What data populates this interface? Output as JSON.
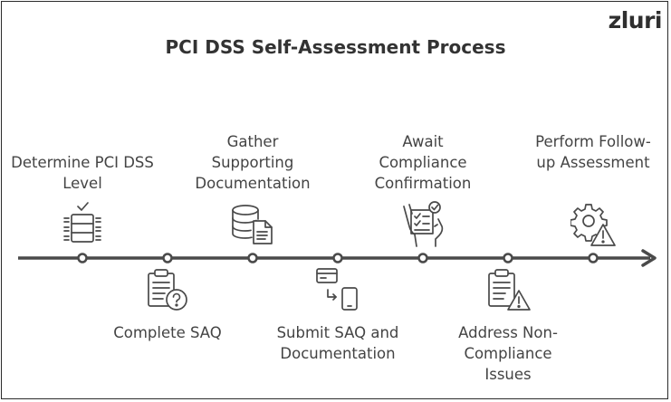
{
  "brand": {
    "logo_text": "zluri"
  },
  "diagram": {
    "title": "PCI DSS Self-Assessment Process",
    "steps": [
      {
        "label": "Determine PCI DSS Level",
        "position": "above",
        "icon": "server-rack-check-icon"
      },
      {
        "label": "Complete SAQ",
        "position": "below",
        "icon": "clipboard-question-icon"
      },
      {
        "label": "Gather Supporting Documentation",
        "position": "above",
        "icon": "database-document-icon"
      },
      {
        "label": "Submit SAQ and Documentation",
        "position": "below",
        "icon": "card-to-phone-icon"
      },
      {
        "label": "Await Compliance Confirmation",
        "position": "above",
        "icon": "hand-checklist-icon"
      },
      {
        "label": "Address Non-Compliance Issues",
        "position": "below",
        "icon": "clipboard-warning-icon"
      },
      {
        "label": "Perform Follow-up Assessment",
        "position": "above",
        "icon": "gear-warning-icon"
      }
    ]
  },
  "colors": {
    "line": "#4a4a4a",
    "text": "#444444",
    "title": "#333333"
  }
}
